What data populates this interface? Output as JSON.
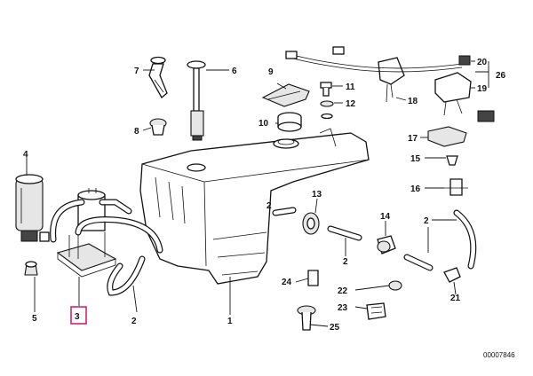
{
  "highlight_color": "#d6226e",
  "highlighted_part": "3",
  "catalog_number": "00007846",
  "parts": [
    {
      "label": "1"
    },
    {
      "label": "2"
    },
    {
      "label": "2"
    },
    {
      "label": "2"
    },
    {
      "label": "2"
    },
    {
      "label": "3"
    },
    {
      "label": "4"
    },
    {
      "label": "5"
    },
    {
      "label": "6"
    },
    {
      "label": "7"
    },
    {
      "label": "8"
    },
    {
      "label": "9"
    },
    {
      "label": "10"
    },
    {
      "label": "11"
    },
    {
      "label": "12"
    },
    {
      "label": "13"
    },
    {
      "label": "14"
    },
    {
      "label": "15"
    },
    {
      "label": "16"
    },
    {
      "label": "17"
    },
    {
      "label": "18"
    },
    {
      "label": "19"
    },
    {
      "label": "20"
    },
    {
      "label": "21"
    },
    {
      "label": "22"
    },
    {
      "label": "23"
    },
    {
      "label": "24"
    },
    {
      "label": "25"
    },
    {
      "label": "26"
    }
  ]
}
